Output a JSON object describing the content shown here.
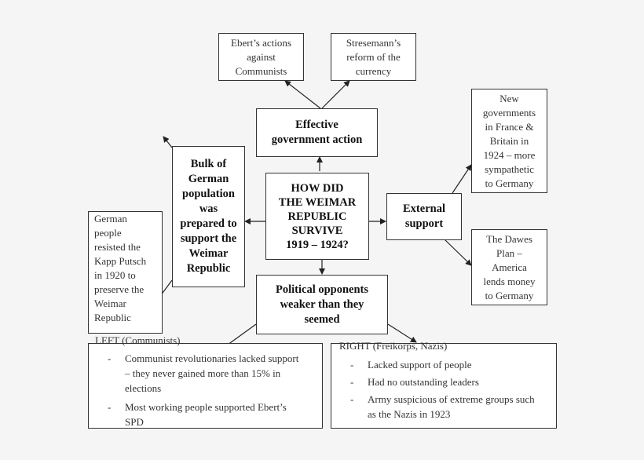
{
  "center": {
    "lines": [
      "HOW DID",
      "THE WEIMAR",
      "REPUBLIC",
      "SURVIVE",
      "1919 – 1924?"
    ]
  },
  "effective": {
    "lines": [
      "Effective",
      "government action"
    ]
  },
  "ebert": {
    "lines": [
      "Ebert’s actions",
      "against",
      "Communists"
    ]
  },
  "stresemann": {
    "lines": [
      "Stresemann’s",
      "reform of the",
      "currency"
    ]
  },
  "external": {
    "lines": [
      "External",
      "support"
    ]
  },
  "new_governments": {
    "lines": [
      "New",
      "governments",
      "in France &",
      "Britain in",
      "1924 – more",
      "sympathetic",
      "to Germany"
    ]
  },
  "dawes": {
    "lines": [
      "The Dawes",
      "Plan –",
      "America",
      "lends money",
      "to Germany"
    ]
  },
  "bulk": {
    "lines": [
      "Bulk of",
      "German",
      "population",
      "was",
      "prepared to",
      "support the",
      "Weimar",
      "Republic"
    ]
  },
  "german_people": {
    "lines": [
      "German",
      "people",
      "resisted the",
      "Kapp Putsch",
      "in 1920 to",
      "preserve the",
      "Weimar",
      "Republic"
    ]
  },
  "political": {
    "lines": [
      "Political opponents",
      "weaker than they",
      "seemed"
    ]
  },
  "left": {
    "heading": "LEFT (Communists)",
    "items": [
      [
        "Communist revolutionaries lacked support",
        "– they never gained more than 15% in",
        "elections"
      ],
      [
        "Most working people supported Ebert’s",
        "SPD"
      ]
    ]
  },
  "right": {
    "heading": "RIGHT (Freikorps, Nazis)",
    "items": [
      [
        "Lacked support of people"
      ],
      [
        "Had no outstanding leaders"
      ],
      [
        "Army suspicious of extreme groups such",
        "as the Nazis in 1923"
      ]
    ]
  }
}
